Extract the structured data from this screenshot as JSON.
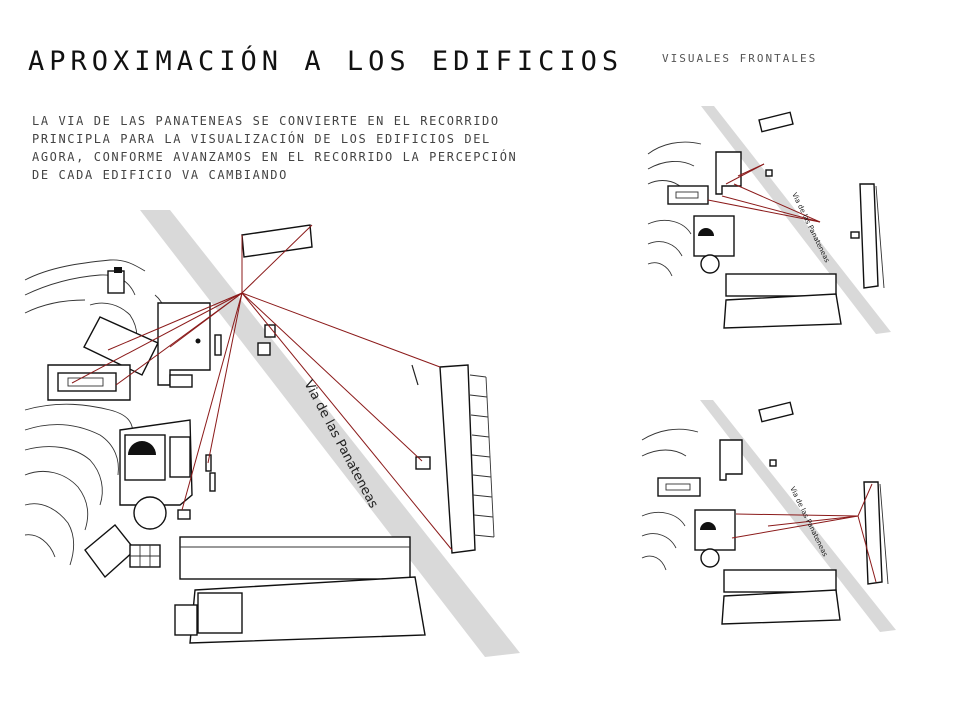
{
  "header": {
    "title": "APROXIMACIÓN A LOS EDIFICIOS",
    "side_title": "VISUALES FRONTALES"
  },
  "description": {
    "lines": [
      "LA VIA DE LAS PANATENEAS SE CONVIERTE EN EL RECORRIDO",
      "PRINCIPLA PARA LA VISUALIZACIÓN DE LOS EDIFICIOS DEL",
      "AGORA, CONFORME AVANZAMOS EN EL RECORRIDO LA PERCEPCIÓN",
      "DE CADA EDIFICIO VA CAMBIANDO"
    ]
  },
  "main_map": {
    "road_label": "Via de las Panateneas"
  },
  "small_map_top": {
    "road_label": "Via de las Panateneas"
  },
  "small_map_bottom": {
    "road_label": "Via de las Panateneas"
  },
  "colors": {
    "sightline": "#8b1a1a",
    "road": "#d9d9d9",
    "ink": "#111111"
  }
}
